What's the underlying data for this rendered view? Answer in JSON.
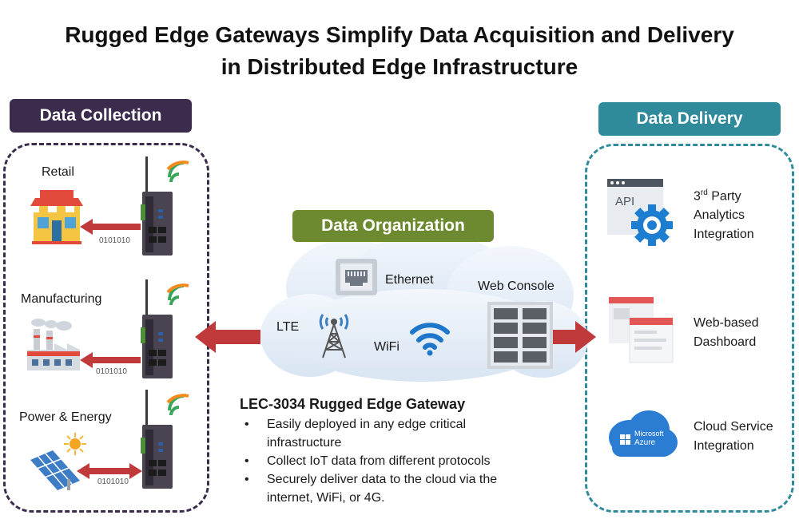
{
  "title": {
    "line1": "Rugged Edge Gateways Simplify Data Acquisition and Delivery",
    "line2": "in Distributed Edge Infrastructure"
  },
  "collection": {
    "header": "Data Collection",
    "header_color": "#3b2b4d",
    "items": [
      {
        "label": "Retail",
        "binary": "0101010"
      },
      {
        "label": "Manufacturing",
        "binary": "0101010"
      },
      {
        "label": "Power & Energy",
        "binary": "0101010"
      }
    ]
  },
  "organization": {
    "header": "Data Organization",
    "header_color": "#6e8a30",
    "ethernet": "Ethernet",
    "lte": "LTE",
    "wifi": "WiFi",
    "web_console": "Web Console"
  },
  "delivery": {
    "header": "Data Delivery",
    "header_color": "#2f8a9c",
    "api_label": "API",
    "items": [
      {
        "line1": "3",
        "sup": "rd",
        "line1b": " Party",
        "line2": "Analytics",
        "line3": "Integration"
      },
      {
        "line1": "Web-based",
        "line2": "Dashboard"
      },
      {
        "line1": "Cloud Service",
        "line2": "Integration"
      }
    ],
    "azure_line1": "Microsoft",
    "azure_line2": "Azure"
  },
  "gateway": {
    "title": "LEC-3034 Rugged Edge Gateway",
    "bullets": [
      {
        "line1": "Easily deployed in any edge critical",
        "line2": "infrastructure"
      },
      {
        "line1": "Collect IoT data from different protocols",
        "line2": ""
      },
      {
        "line1": "Securely deliver data to the cloud via the",
        "line2": "internet, WiFi, or 4G."
      }
    ]
  },
  "colors": {
    "arrow": "#c0393b",
    "wifi_green": "#3aa55a",
    "wifi_orange": "#f28c1e",
    "cloud": "#e6eef8",
    "azure": "#2b7cd3"
  }
}
